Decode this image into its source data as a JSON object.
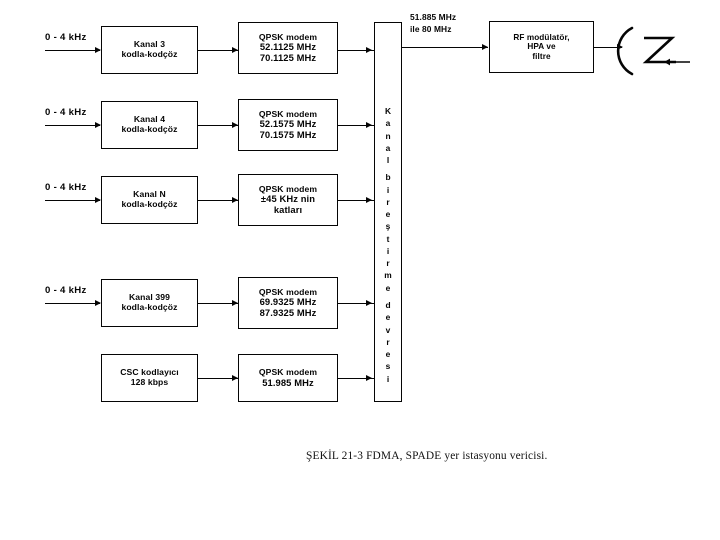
{
  "figure": {
    "caption": "ŞEKİL 21-3 FDMA, SPADE yer istasyonu vericisi.",
    "combiner_label": "Kanal birleştirme devresi",
    "antenna_name": "parabolic-antenna-icon"
  },
  "rows": [
    {
      "input_label": "0 - 4 kHz",
      "codec": {
        "line1": "Kanal 3",
        "line2": "kodla-kodçöz"
      },
      "modem": {
        "line1": "QPSK modem",
        "line2": "52.1125 MHz",
        "line3": "70.1125 MHz"
      }
    },
    {
      "input_label": "0 - 4 kHz",
      "codec": {
        "line1": "Kanal 4",
        "line2": "kodla-kodçöz"
      },
      "modem": {
        "line1": "QPSK modem",
        "line2": "52.1575 MHz",
        "line3": "70.1575 MHz"
      }
    },
    {
      "input_label": "0 - 4 kHz",
      "codec": {
        "line1": "Kanal N",
        "line2": "kodla-kodçöz"
      },
      "modem": {
        "line1": "QPSK modem",
        "line2": "±45 KHz nin",
        "line3": "katları"
      }
    },
    {
      "input_label": "0 - 4 kHz",
      "codec": {
        "line1": "Kanal 399",
        "line2": "kodla-kodçöz"
      },
      "modem": {
        "line1": "QPSK modem",
        "line2": "69.9325 MHz",
        "line3": "87.9325 MHz"
      }
    },
    {
      "input_label": "",
      "codec": {
        "line1": "CSC kodlayıcı",
        "line2": "128 kbps"
      },
      "modem": {
        "line1": "QPSK modem",
        "line2": "51.985 MHz",
        "line3": ""
      }
    }
  ],
  "output": {
    "freq_line1": "51.885 MHz",
    "freq_line2": "ile 80 MHz",
    "rf": {
      "line1": "RF modülatör,",
      "line2": "HPA ve",
      "line3": "filtre"
    }
  },
  "colors": {
    "ink": "#050505",
    "background": "#ffffff"
  }
}
